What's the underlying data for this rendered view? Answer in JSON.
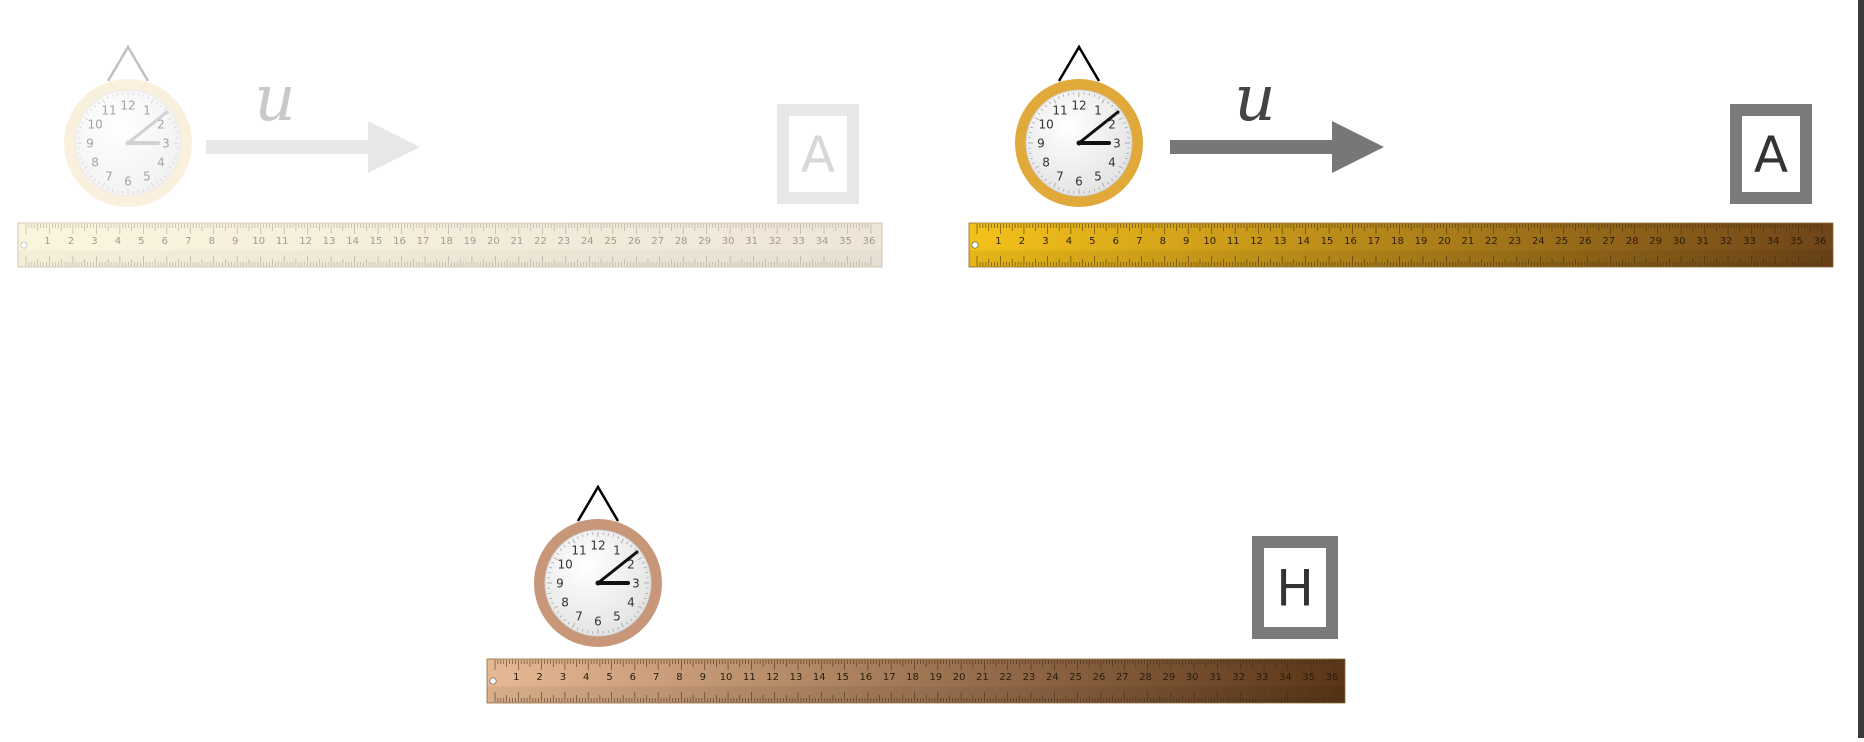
{
  "ruler_numbers": [
    "1",
    "2",
    "3",
    "4",
    "5",
    "6",
    "7",
    "8",
    "9",
    "10",
    "11",
    "12",
    "13",
    "14",
    "15",
    "16",
    "17",
    "18",
    "19",
    "20",
    "21",
    "22",
    "23",
    "24",
    "25",
    "26",
    "27",
    "28",
    "29",
    "30",
    "31",
    "32",
    "33",
    "34",
    "35",
    "36"
  ],
  "clock_numerals": [
    "12",
    "1",
    "2",
    "3",
    "4",
    "5",
    "6",
    "7",
    "8",
    "9",
    "10",
    "11"
  ],
  "velocity_symbol": "u",
  "frames": [
    {
      "id": "frame-a-faded",
      "box_label": "A",
      "has_arrow": true,
      "faded": true,
      "ruler_colors": [
        "#f7e9b6",
        "#d9c6a8"
      ],
      "clock_ring_color": "#f4dfb7",
      "hand_color": "#9a9a9a",
      "arrow_color": "#cccccc",
      "box_color": "#cccccc"
    },
    {
      "id": "frame-a",
      "box_label": "A",
      "has_arrow": true,
      "faded": false,
      "ruler_colors": [
        "#f4c21a",
        "#6e4419"
      ],
      "clock_ring_color": "#e0a93a",
      "hand_color": "#111111",
      "arrow_color": "#777777",
      "box_color": "#7a7a7a"
    },
    {
      "id": "frame-h",
      "box_label": "H",
      "has_arrow": false,
      "faded": false,
      "ruler_colors": [
        "#e7b994",
        "#5a3516"
      ],
      "clock_ring_color": "#c8977a",
      "hand_color": "#111111",
      "arrow_color": "#777777",
      "box_color": "#7a7a7a"
    }
  ]
}
